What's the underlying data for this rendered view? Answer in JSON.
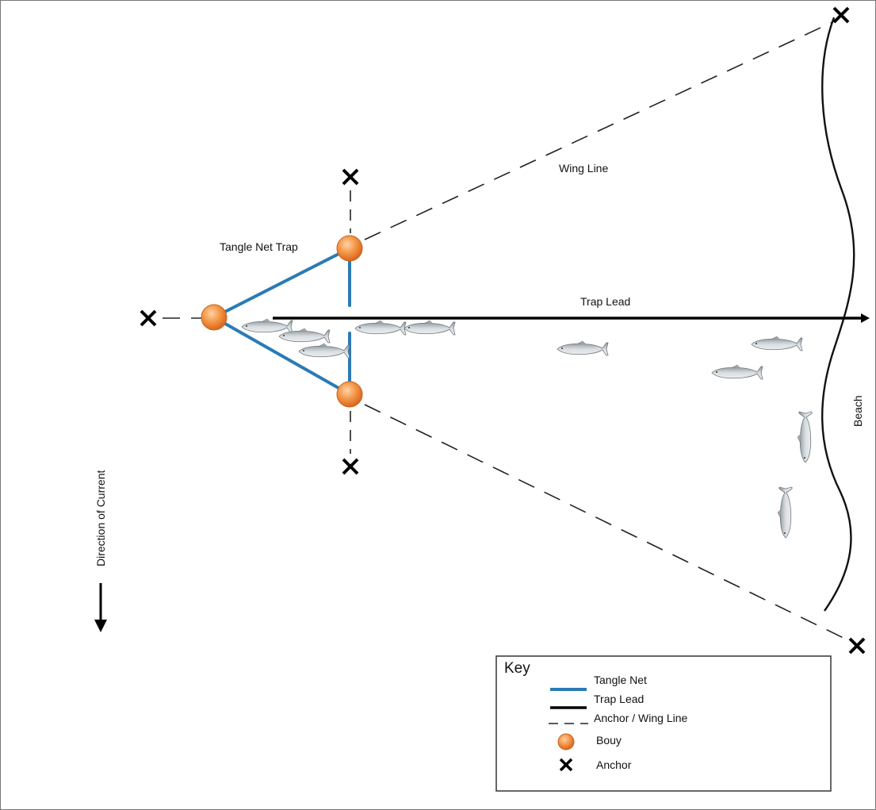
{
  "labels": {
    "wing_line": "Wing Line",
    "tangle_net_trap": "Tangle Net Trap",
    "trap_lead": "Trap Lead",
    "beach": "Beach",
    "direction_of_current": "Direction of Current"
  },
  "key": {
    "title": "Key",
    "items": [
      {
        "label": "Tangle Net",
        "symbol": "tangle-net-line"
      },
      {
        "label": "Trap Lead",
        "symbol": "trap-lead-line"
      },
      {
        "label": "Anchor / Wing Line",
        "symbol": "dashed-line"
      },
      {
        "label": "Bouy",
        "symbol": "buoy"
      },
      {
        "label": "Anchor",
        "symbol": "anchor-x"
      }
    ]
  },
  "colors": {
    "tangle_net": "#2a7bb5",
    "trap_lead": "#000000",
    "buoy": "#ef8a3a",
    "fish": "#b9c0c4"
  }
}
